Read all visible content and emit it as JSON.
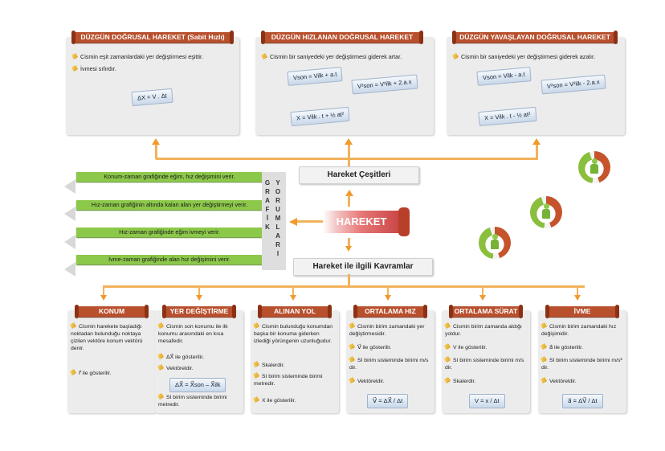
{
  "top": [
    {
      "title": "DÜZGÜN DOĞRUSAL HAREKET (Sabit Hızlı)",
      "bullets": [
        "Cismin eşit zamanlardaki yer değiştirmesi eşittir.",
        "İvmesi sıfırdır."
      ],
      "formulas": [
        "ΔX = V . Δt"
      ]
    },
    {
      "title": "DÜZGÜN HIZLANAN DOĞRUSAL HAREKET",
      "bullets": [
        "Cismin bir saniyedeki yer değiştirmesi giderek artar."
      ],
      "formulas": [
        "Vson = Vilk + a.t",
        "V²son = V²ilk + 2.a.x",
        "X = Vilk . t + ½ at²"
      ]
    },
    {
      "title": "DÜZGÜN YAVAŞLAYAN DOĞRUSAL HAREKET",
      "bullets": [
        "Cismin bir saniyedeki yer değiştirmesi giderek azalır."
      ],
      "formulas": [
        "Vson = Vilk - a.t",
        "V²son = V²ilk - 2.a.x",
        "X = Vilk . t - ½ at²"
      ]
    }
  ],
  "left": {
    "banners": [
      "Konum-zaman grafiğinde eğim, hız değişimini verir.",
      "Hız-zaman grafiğinin altında kalan alan yer değiştirmeyi verir.",
      "Hız-zaman grafiğinde eğim ivmeyi verir.",
      "İvme-zaman grafiğinde alan hız değişimini verir."
    ],
    "col1": [
      "G",
      "R",
      "A",
      "F",
      "İ",
      "K"
    ],
    "col2": [
      "Y",
      "O",
      "R",
      "U",
      "M",
      "L",
      "A",
      "R",
      "I"
    ]
  },
  "center": {
    "types": "Hareket Çeşitleri",
    "main": "HAREKET",
    "concepts": "Hareket ile ilgili Kavramlar"
  },
  "bottom": [
    {
      "title": "KONUM",
      "bullets": [
        "Cismin harekete başladığı noktadan bulunduğu noktaya çizilen vektöre konum vektörü denir.",
        "r⃗ ile gösterilir."
      ],
      "formula": ""
    },
    {
      "title": "YER DEĞİŞTİRME",
      "bullets": [
        "Cismin son konumu ile ilk konumu arasındaki en kısa mesafedir.",
        "ΔX⃗ ile gösterilir.",
        "Vektöreldir.",
        "SI birim sisteminde birimi metredir."
      ],
      "formula": "ΔX⃗ = X⃗son – X⃗ilk"
    },
    {
      "title": "ALINAN YOL",
      "bullets": [
        "Cismin bulunduğu konumdan başka bir konuma giderken izlediği yörüngenin uzunluğudur.",
        "Skalerdir.",
        "SI birim sisteminde birimi metredir.",
        "X ile gösterilir."
      ],
      "formula": ""
    },
    {
      "title": "ORTALAMA HIZ",
      "bullets": [
        "Cismin birim zamandaki yer değiştirmesidir.",
        "V⃗ ile gösterilir.",
        "SI birim sisteminde birimi m/s dir.",
        "Vektöreldir."
      ],
      "formula": "V⃗ = ΔX⃗ / Δt"
    },
    {
      "title": "ORTALAMA SÜRAT",
      "bullets": [
        "Cismin birim zamanda aldığı yoldur.",
        "V ile gösterilir.",
        "SI birim sisteminde birimi m/s dir.",
        "Skalerdir."
      ],
      "formula": "V = x / Δt"
    },
    {
      "title": "İVME",
      "bullets": [
        "Cismin birim zamandaki hız değişimidir.",
        "a⃗ ile gösterilir.",
        "SI birim sisteminde birimi m/s² dir.",
        "Vektöreldir."
      ],
      "formula": "a⃗ = ΔV⃗ / Δt"
    }
  ]
}
